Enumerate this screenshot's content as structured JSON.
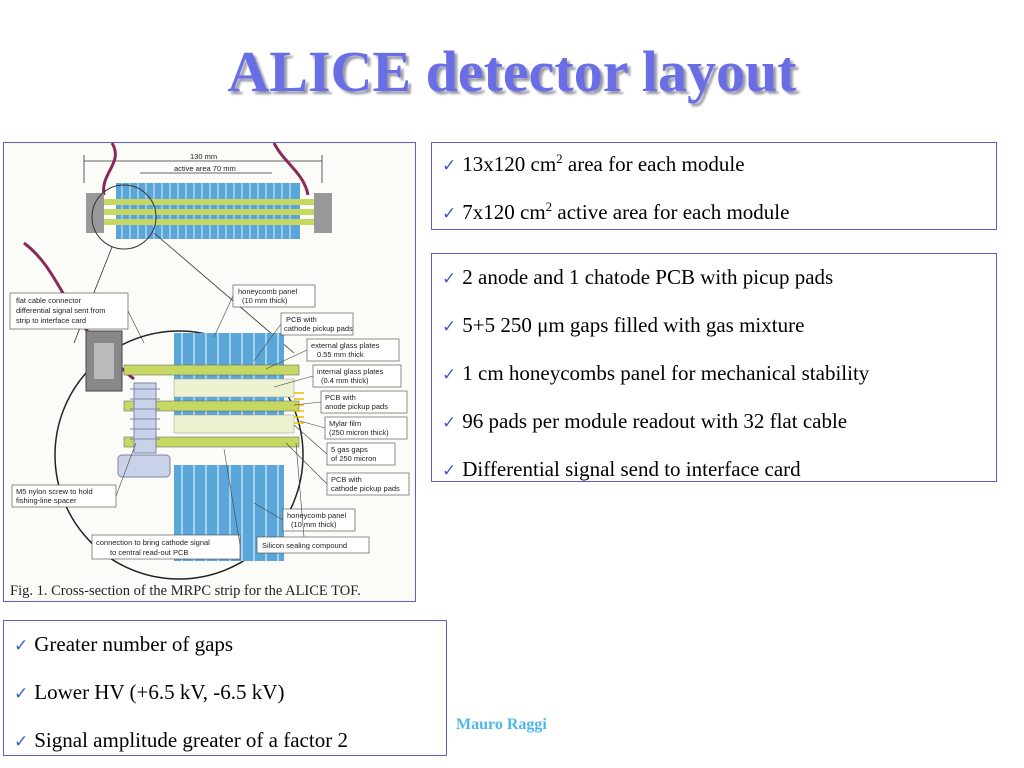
{
  "slide": {
    "title": "ALICE detector layout",
    "author": "Mauro Raggi"
  },
  "figure": {
    "caption": "Fig. 1.  Cross-section of the MRPC strip for the ALICE TOF.",
    "labels": {
      "width_130": "130 mm",
      "active_70": "active area 70 mm",
      "honeycomb_top_1": "honeycomb panel",
      "honeycomb_top_2": "(10 mm thick)",
      "pcb_cathode_top_1": "PCB with",
      "pcb_cathode_top_2": "cathode pickup pads",
      "flat_cable_1": "flat cable connector",
      "flat_cable_2": "differential signal sent from",
      "flat_cable_3": "strip to interface card",
      "ext_glass_1": "external glass plates",
      "ext_glass_2": "0.55 mm thick",
      "int_glass_1": "internal glass plates",
      "int_glass_2": "(0.4 mm thick)",
      "pcb_anode_1": "PCB with",
      "pcb_anode_2": "anode pickup pads",
      "mylar_1": "Mylar film",
      "mylar_2": "(250 micron thick)",
      "gaps_1": "5 gas gaps",
      "gaps_2": "of 250 micron",
      "pcb_cathode_bot_1": "PCB with",
      "pcb_cathode_bot_2": "cathode pickup pads",
      "screw_1": "M5 nylon screw to hold",
      "screw_2": "fishing-line spacer",
      "honeycomb_bot_1": "honeycomb panel",
      "honeycomb_bot_2": "(10 mm thick)",
      "connection_1": "connection to bring cathode signal",
      "connection_2": "to central read-out PCB",
      "silicon": "Silicon sealing compound"
    }
  },
  "box_module": {
    "items": [
      {
        "pre": "13x120 cm",
        "sup": "2",
        "post": " area for each module"
      },
      {
        "pre": "7x120 cm",
        "sup": "2",
        "post": " active area for each module"
      }
    ]
  },
  "box_pcb": {
    "items": [
      "2 anode and 1 chatode PCB with picup pads",
      "5+5 250 μm gaps filled with gas mixture",
      "1 cm honeycombs panel for mechanical stability",
      "96 pads per module readout with 32 flat cable",
      "Differential signal send to interface card"
    ]
  },
  "box_gaps": {
    "items": [
      "Greater number of gaps",
      "Lower HV (+6.5 kV, -6.5 kV)",
      "Signal amplitude greater of a factor 2"
    ]
  },
  "icons": {
    "bullet": "check-mark-icon",
    "bullet_glyph": "✓"
  },
  "colors": {
    "title": "#6a6ee6",
    "border": "#5c5ccf",
    "author": "#4fb8e8",
    "check": "#3a5fcf"
  }
}
